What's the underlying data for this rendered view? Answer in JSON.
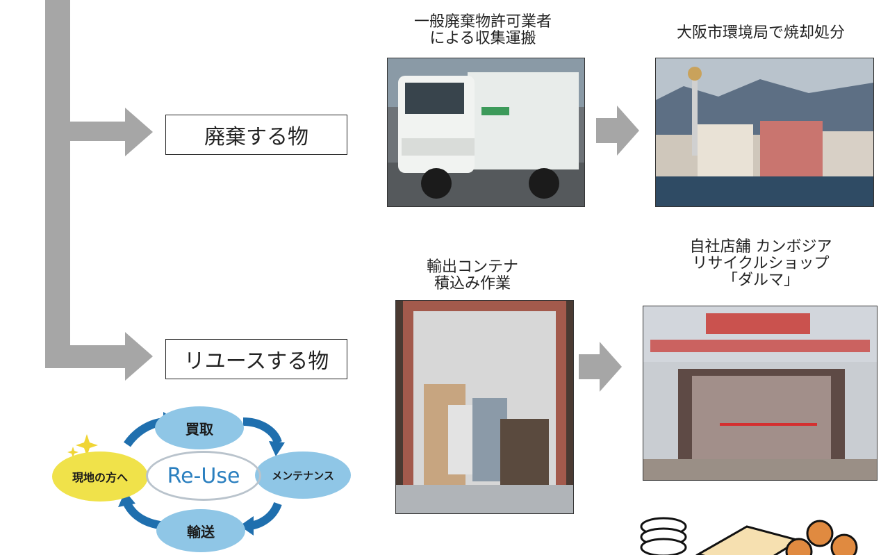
{
  "flow": {
    "waste_label": "廃棄する物",
    "reuse_label": "リユースする物"
  },
  "waste_route": {
    "collection_caption": "一般廃棄物許可業者\nによる収集運搬",
    "incineration_caption": "大阪市環境局で焼却処分"
  },
  "reuse_route": {
    "container_caption": "輸出コンテナ\n積込み作業",
    "shop_caption": "自社店舗 カンボジア\nリサイクルショップ\n「ダルマ」"
  },
  "cycle": {
    "center": "Re-Use",
    "purchase": "買取",
    "maintenance": "メンテナンス",
    "transport": "輸送",
    "local": "現地の方へ"
  },
  "colors": {
    "flow_arrow": "#a6a6a6",
    "cycle_bubble": "#8fc6e6",
    "cycle_arrow": "#1f6fae",
    "local_bubble": "#f0e24a"
  }
}
